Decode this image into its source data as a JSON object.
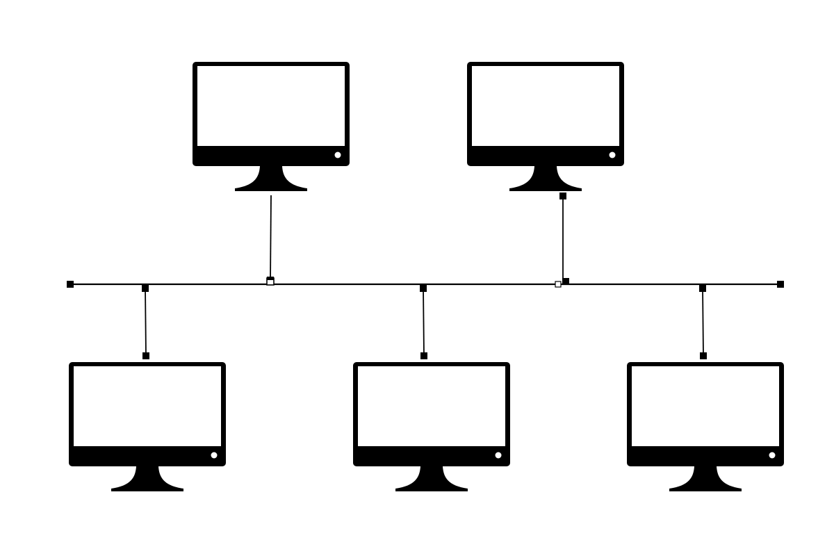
{
  "diagram": {
    "type": "bus-topology",
    "colors": {
      "background": "#ffffff",
      "ink": "#000000",
      "screen": "#ffffff"
    },
    "nodes": [
      {
        "id": "computer-1",
        "icon": "monitor-icon",
        "side": "top"
      },
      {
        "id": "computer-2",
        "icon": "monitor-icon",
        "side": "top"
      },
      {
        "id": "computer-3",
        "icon": "monitor-icon",
        "side": "bottom"
      },
      {
        "id": "computer-4",
        "icon": "monitor-icon",
        "side": "bottom"
      },
      {
        "id": "computer-5",
        "icon": "monitor-icon",
        "side": "bottom"
      }
    ],
    "edges": [
      {
        "from": "computer-1",
        "to": "bus"
      },
      {
        "from": "computer-2",
        "to": "bus"
      },
      {
        "from": "computer-3",
        "to": "bus"
      },
      {
        "from": "computer-4",
        "to": "bus"
      },
      {
        "from": "computer-5",
        "to": "bus"
      }
    ],
    "bus": {
      "icon": "terminator-icon",
      "terminators": 2
    }
  }
}
